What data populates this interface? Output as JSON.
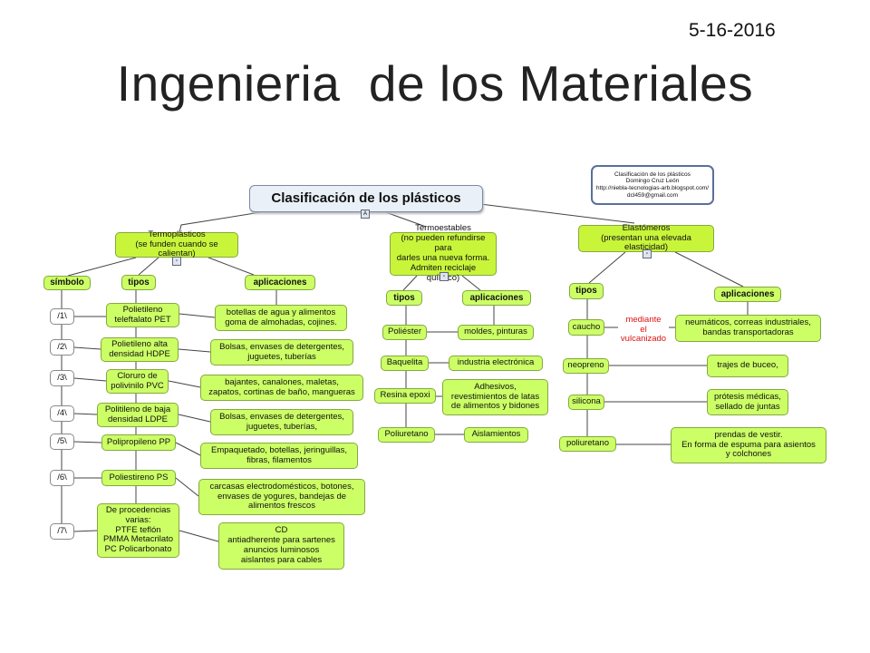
{
  "slide": {
    "date": "5-16-2016",
    "title": "Ingenieria  de los Materiales"
  },
  "info_box": "Clasificación de los plásticos\nDomingo Cruz León\nhttp://niebla-tecnologias-arb.blogspot.com/\ndcl459@gmail.com",
  "root": "Clasificación de los plásticos",
  "termoplasticos": {
    "title": "Termoplásticos\n(se funden cuando se calientan)",
    "simbolo": "símbolo",
    "tipos": "tipos",
    "aplicaciones": "aplicaciones",
    "symbols": [
      "/1\\",
      "/2\\",
      "/3\\",
      "/4\\",
      "/5\\",
      "/6\\",
      "/7\\"
    ],
    "types": [
      "Polietileno\nteleftalato PET",
      "Polietileno alta\ndensidad HDPE",
      "Cloruro de\npolivinilo PVC",
      "Politileno de baja\ndensidad LDPE",
      "Polipropileno PP",
      "Poliestireno PS",
      "De procedencias\nvarias:\nPTFE teflón\nPMMA Metacrilato\nPC Policarbonato"
    ],
    "apps": [
      "botellas de agua y alimentos\ngoma de almohadas, cojines.",
      "Bolsas, envases de detergentes,\njuguetes, tuberías",
      "bajantes, canalones, maletas,\nzapatos, cortinas de baño, mangueras",
      "Bolsas, envases de detergentes,\njuguetes, tuberías,",
      "Empaquetado, botellas, jeringuillas,\nfibras, filamentos",
      "carcasas electrodomésticos, botones,\nenvases de yogures, bandejas de\nalimentos frescos",
      "CD\nantiadherente para sartenes\nanuncios luminosos\naislantes para cables"
    ]
  },
  "termoestables": {
    "title": "Termoestables\n(no pueden refundirse para\ndarles una nueva forma.\nAdmiten reciclaje químico)",
    "tipos": "tipos",
    "aplicaciones": "aplicaciones",
    "types": [
      "Poliéster",
      "Baquelita",
      "Resina epoxi",
      "Poliuretano"
    ],
    "apps": [
      "moldes, pinturas",
      "industria electrónica",
      "Adhesivos,\nrevestimientos de latas\nde alimentos y bidones",
      "Aislamientos"
    ]
  },
  "elastomeros": {
    "title": "Elastómeros\n(presentan una elevada elasticidad)",
    "tipos": "tipos",
    "aplicaciones": "aplicaciones",
    "link_label": "mediante\nel\nvulcanizado",
    "types": [
      "caucho",
      "neopreno",
      "silicona",
      "poliuretano"
    ],
    "apps": [
      "neumáticos, correas industriales,\nbandas transportadoras",
      "trajes de buceo,",
      "prótesis médicas,\nsellado de juntas",
      "prendas de vestir.\nEn forma de espuma para asientos\ny colchones"
    ]
  },
  "colors": {
    "node_green": "#ccff66",
    "root_fill": "#e9f0f7",
    "link_label": "#dd1111"
  }
}
